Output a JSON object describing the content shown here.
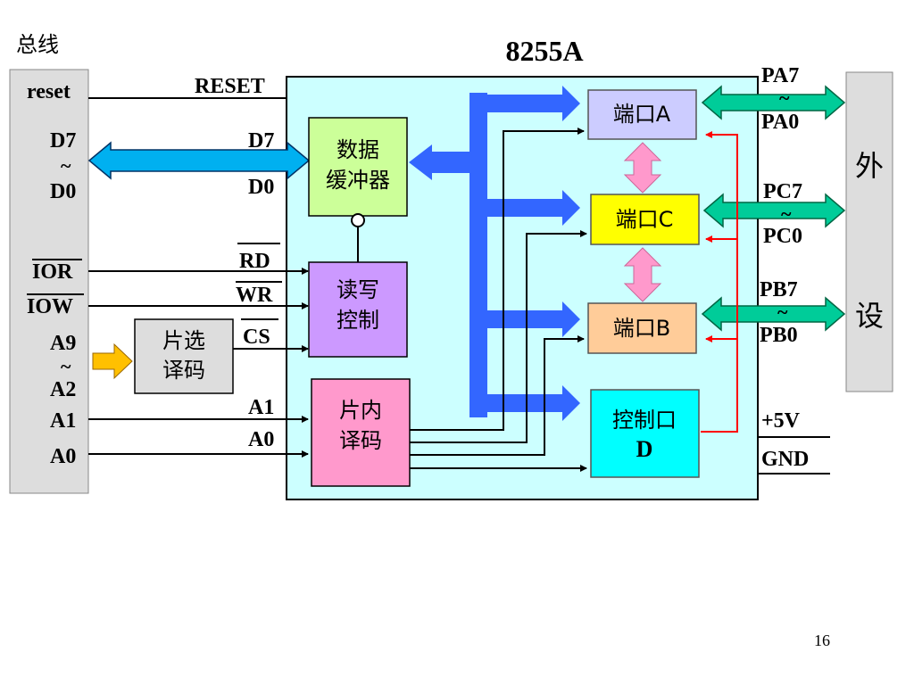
{
  "title": "8255A",
  "bus_label": "总线",
  "peripheral_label_1": "外",
  "peripheral_label_2": "设",
  "page_number": "16",
  "bus_pins": {
    "reset": "reset",
    "d7": "D7",
    "tilde": "~",
    "d0": "D0",
    "ior": "IOR",
    "iow": "IOW",
    "a9": "A9",
    "a2": "A2",
    "a1": "A1",
    "a0": "A0"
  },
  "chip_pins": {
    "reset": "RESET",
    "d7": "D7",
    "d0": "D0",
    "rd": "RD",
    "wr": "WR",
    "cs": "CS",
    "a1": "A1",
    "a0": "A0"
  },
  "blocks": {
    "data_buffer": [
      "数据",
      "缓冲器"
    ],
    "rw_control": [
      "读写",
      "控制"
    ],
    "chip_select": [
      "片选",
      "译码"
    ],
    "internal_decode": [
      "片内",
      "译码"
    ],
    "port_a": "端口A",
    "port_c": "端口C",
    "port_b": "端口B",
    "control_port": [
      "控制口",
      "D"
    ]
  },
  "port_pins": {
    "pa7": "PA7",
    "pa0": "PA0",
    "pc7": "PC7",
    "pc0": "PC0",
    "pb7": "PB7",
    "pb0": "PB0",
    "plus5v": "+5V",
    "gnd": "GND",
    "tilde": "~"
  },
  "colors": {
    "chip_bg": "#ccffff",
    "bus_gray": "#dddddd",
    "data_buffer": "#ccff99",
    "rw_control": "#cc99ff",
    "internal_decode": "#ff99cc",
    "port_a": "#ccccff",
    "port_c": "#ffff00",
    "port_b": "#ffcc99",
    "control_port": "#00ffff",
    "internal_bus": "#3366ff",
    "data_bus_arrow": "#00b0f0",
    "port_arrow": "#00cc99",
    "port_link_arrow": "#ff99cc",
    "cs_arrow": "#ffc000",
    "control_line": "#ff0000"
  }
}
